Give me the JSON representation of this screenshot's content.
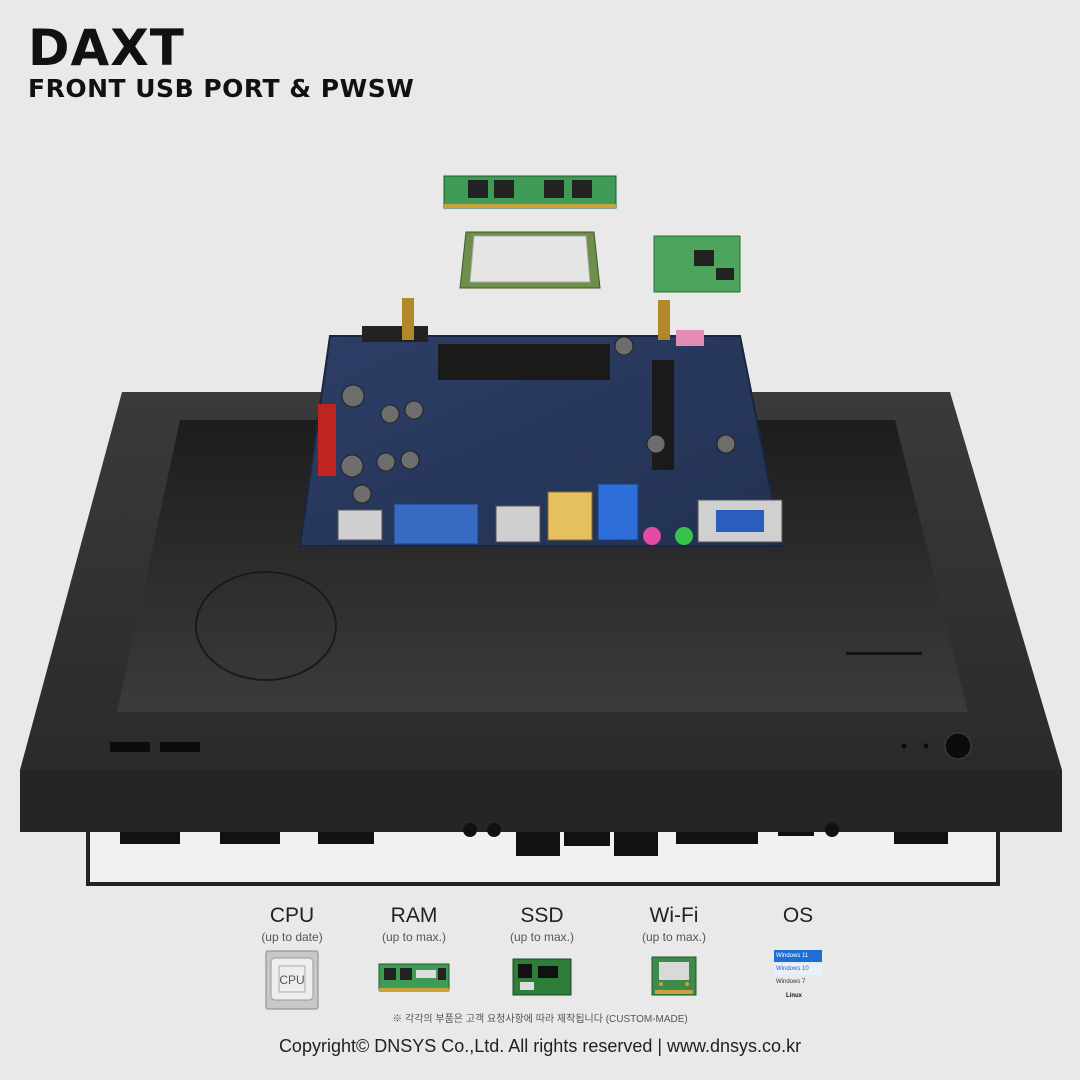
{
  "header": {
    "title": "DAXT",
    "subtitle": "FRONT USB PORT & PWSW"
  },
  "components": [
    {
      "title": "CPU",
      "sub": "(up to date)",
      "icon": "cpu-chip-icon",
      "chip_label": "CPU"
    },
    {
      "title": "RAM",
      "sub": "(up to max.)",
      "icon": "ram-module-icon"
    },
    {
      "title": "SSD",
      "sub": "(up to max.)",
      "icon": "ssd-module-icon"
    },
    {
      "title": "Wi-Fi",
      "sub": "(up to max.)",
      "icon": "wifi-card-icon"
    },
    {
      "title": "OS",
      "sub": "",
      "icon": "os-logos-icon",
      "os_list": [
        "Windows 11",
        "Windows 10",
        "Windows 7",
        "Linux"
      ]
    }
  ],
  "note": "※ 각각의 부품은 고객 요청사항에 따라 제작됩니다 (CUSTOM-MADE)",
  "copyright": "Copyright©  DNSYS Co.,Ltd.  All rights reserved | www.dnsys.co.kr",
  "colors": {
    "background": "#e9e9e9",
    "chassis": "#2b2b2b",
    "board": "#2c3f6a",
    "pcb_green": "#2f7d3a"
  }
}
